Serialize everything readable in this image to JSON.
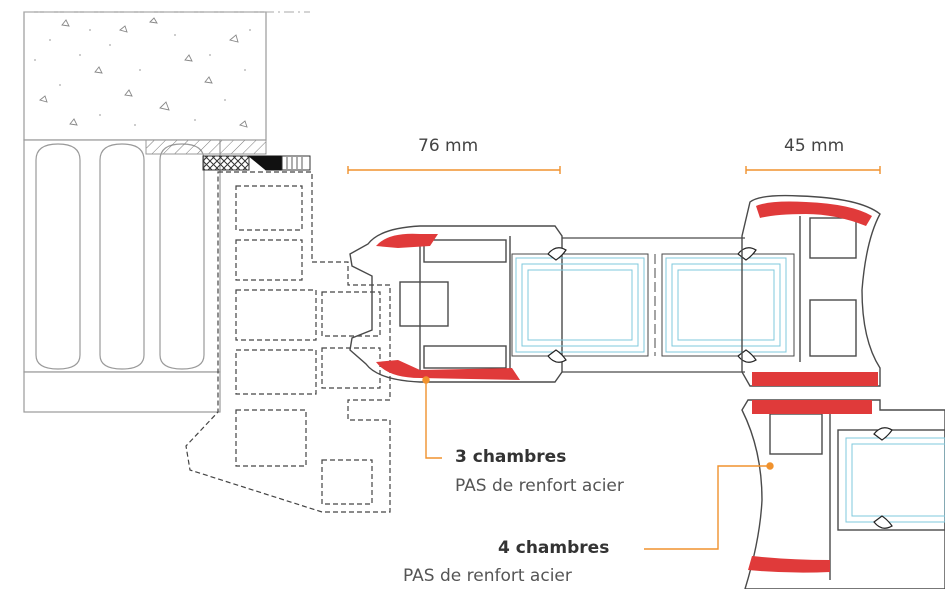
{
  "dimensions": {
    "frame_width": "76 mm",
    "sash_width": "45 mm"
  },
  "callouts": [
    {
      "title": "3 chambres",
      "subtitle": "PAS de renfort acier"
    },
    {
      "title": "4 chambres",
      "subtitle": "PAS de renfort acier"
    }
  ],
  "colors": {
    "accent_orange": "#f0922e",
    "reinforcement_red": "#e03a3a",
    "glass_blue": "#7fc8dc",
    "outline": "#4a4a4a",
    "wall_line": "#9a9a9a"
  }
}
